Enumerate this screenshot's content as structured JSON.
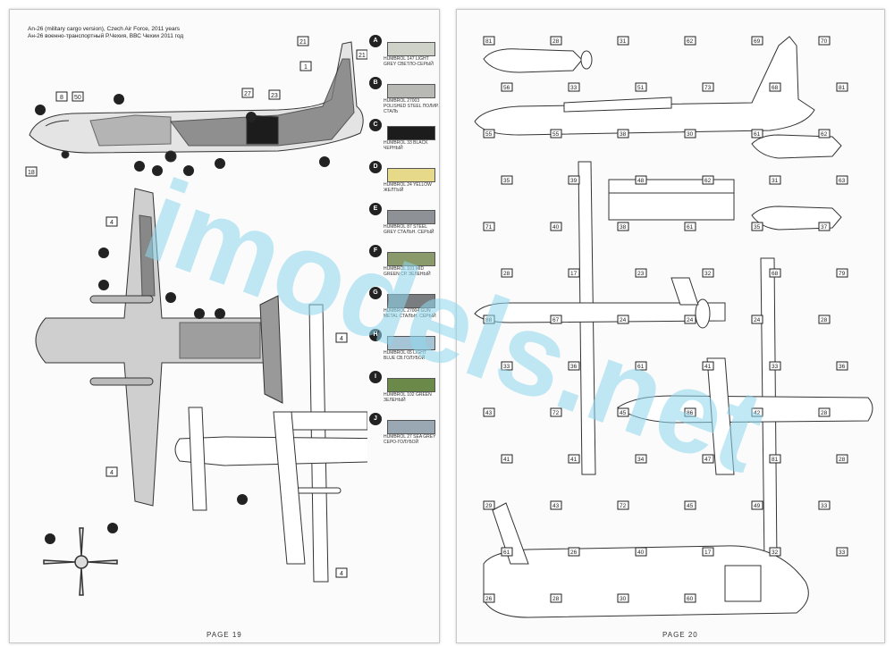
{
  "left_page": {
    "caption_line1": "An-26 (military cargo version), Czech Air Force, 2011 years",
    "caption_line2": "Ан-26 военно-транспортный Р.Чехия, ВВС Чехии 2011 год",
    "page_number": "PAGE 19",
    "swatches": [
      {
        "letter": "A",
        "color": "#cfd2c8",
        "name": "HUMBROL 147 LIGHT GREY СВЕТЛО-СЕРЫЙ"
      },
      {
        "letter": "B",
        "color": "#b8b8b4",
        "name": "HUMBROL 27003 POLISHED STEEL ПОЛИР. СТАЛЬ"
      },
      {
        "letter": "C",
        "color": "#1c1c1c",
        "name": "HUMBROL 33 BLACK ЧЕРНЫЙ"
      },
      {
        "letter": "D",
        "color": "#e6d98a",
        "name": "HUMBROL 24 YELLOW ЖЕЛТЫЙ"
      },
      {
        "letter": "E",
        "color": "#8e9196",
        "name": "HUMBROL 87 STEEL GREY СТАЛЬН. СЕРЫЙ"
      },
      {
        "letter": "F",
        "color": "#8a9a6a",
        "name": "HUMBROL 101 MID GREEN СР. ЗЕЛЕНЫЙ"
      },
      {
        "letter": "G",
        "color": "#7a7d80",
        "name": "HUMBROL 27004 GUN METAL СТАЛЬН. СЕРЫЙ"
      },
      {
        "letter": "H",
        "color": "#a5c4d6",
        "name": "HUMBROL 65 LIGHT BLUE СВ.ГОЛУБОЙ"
      },
      {
        "letter": "I",
        "color": "#6b8a4a",
        "name": "HUMBROL 102 GREEN ЗЕЛЕНЫЙ"
      },
      {
        "letter": "J",
        "color": "#9aa8b4",
        "name": "HUMBROL 27 SEA GREY СЕРО-ГОЛУБОЙ"
      }
    ],
    "decal_numbers": [
      "21",
      "1",
      "21",
      "27",
      "23",
      "8",
      "50",
      "18",
      "4",
      "4",
      "4",
      "4"
    ]
  },
  "right_page": {
    "page_number": "PAGE 20",
    "part_numbers": [
      "81",
      "28",
      "31",
      "62",
      "69",
      "70",
      "56",
      "33",
      "51",
      "73",
      "68",
      "81",
      "55",
      "55",
      "38",
      "30",
      "61",
      "62",
      "35",
      "39",
      "48",
      "62",
      "31",
      "63",
      "71",
      "40",
      "38",
      "61",
      "35",
      "37",
      "28",
      "17",
      "23",
      "32",
      "68",
      "79",
      "88",
      "67",
      "24",
      "24",
      "24",
      "28",
      "33",
      "36",
      "61",
      "41",
      "33",
      "36",
      "43",
      "72",
      "45",
      "86",
      "42",
      "28",
      "41",
      "41",
      "34",
      "47",
      "81",
      "28",
      "29",
      "43",
      "72",
      "45",
      "49",
      "33",
      "61",
      "26",
      "40",
      "17",
      "32",
      "33",
      "26",
      "28",
      "30",
      "60"
    ]
  },
  "watermark": "imodels.net"
}
